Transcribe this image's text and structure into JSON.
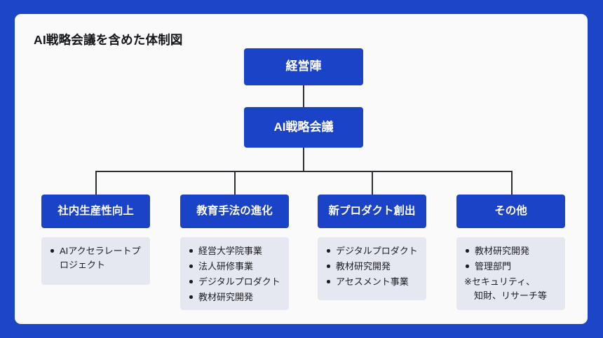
{
  "slide": {
    "title": "AI戦略会議を含めた体制図",
    "background_color": "#1b46c8",
    "card_color": "#fafafa"
  },
  "colors": {
    "box_blue": "#1b43c8",
    "panel_gray": "#e5e8f1",
    "line": "#2b2f33",
    "text_dark": "#1c1d21",
    "text_light": "#ffffff"
  },
  "chart_data": {
    "type": "diagram",
    "title": "AI戦略会議を含めた体制図",
    "orientation": "top-down org chart",
    "levels": 3
  },
  "hierarchy": {
    "top": {
      "label": "経営陣"
    },
    "second": {
      "label": "AI戦略会議"
    },
    "departments": [
      {
        "label": "社内生産性向上",
        "items": [
          "AIアクセラレートプロジェクト"
        ],
        "note": null
      },
      {
        "label": "教育手法の進化",
        "items": [
          "経営大学院事業",
          "法人研修事業",
          "デジタルプロダクト",
          "教材研究開発"
        ],
        "note": null
      },
      {
        "label": "新プロダクト創出",
        "items": [
          "デジタルプロダクト",
          "教材研究開発",
          "アセスメント事業"
        ],
        "note": null
      },
      {
        "label": "その他",
        "items": [
          "教材研究開発",
          "管理部門"
        ],
        "note": {
          "line1": "※セキュリティ、",
          "line2": "知財、リサーチ等"
        }
      }
    ]
  }
}
